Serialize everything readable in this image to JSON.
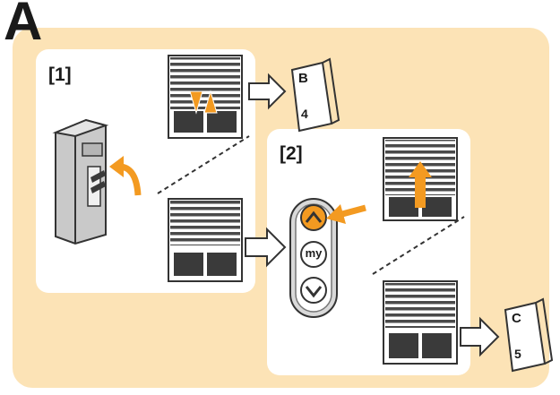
{
  "figure": {
    "section_letter": "A",
    "panels": [
      {
        "id": "step-1",
        "label": "[1]"
      },
      {
        "id": "step-2",
        "label": "[2]"
      }
    ],
    "booklets": [
      {
        "id": "booklet-b",
        "letter": "B",
        "page": "4"
      },
      {
        "id": "booklet-c",
        "letter": "C",
        "page": "5"
      }
    ],
    "remote": {
      "buttons": [
        {
          "id": "up",
          "symbol": "^"
        },
        {
          "id": "my",
          "symbol": "my"
        },
        {
          "id": "down",
          "symbol": "v"
        }
      ]
    }
  },
  "colors": {
    "background_panel": "#fce3b6",
    "accent_orange": "#f39a21",
    "dark_gray": "#3a3a3a",
    "light_gray": "#d9d9d9"
  }
}
